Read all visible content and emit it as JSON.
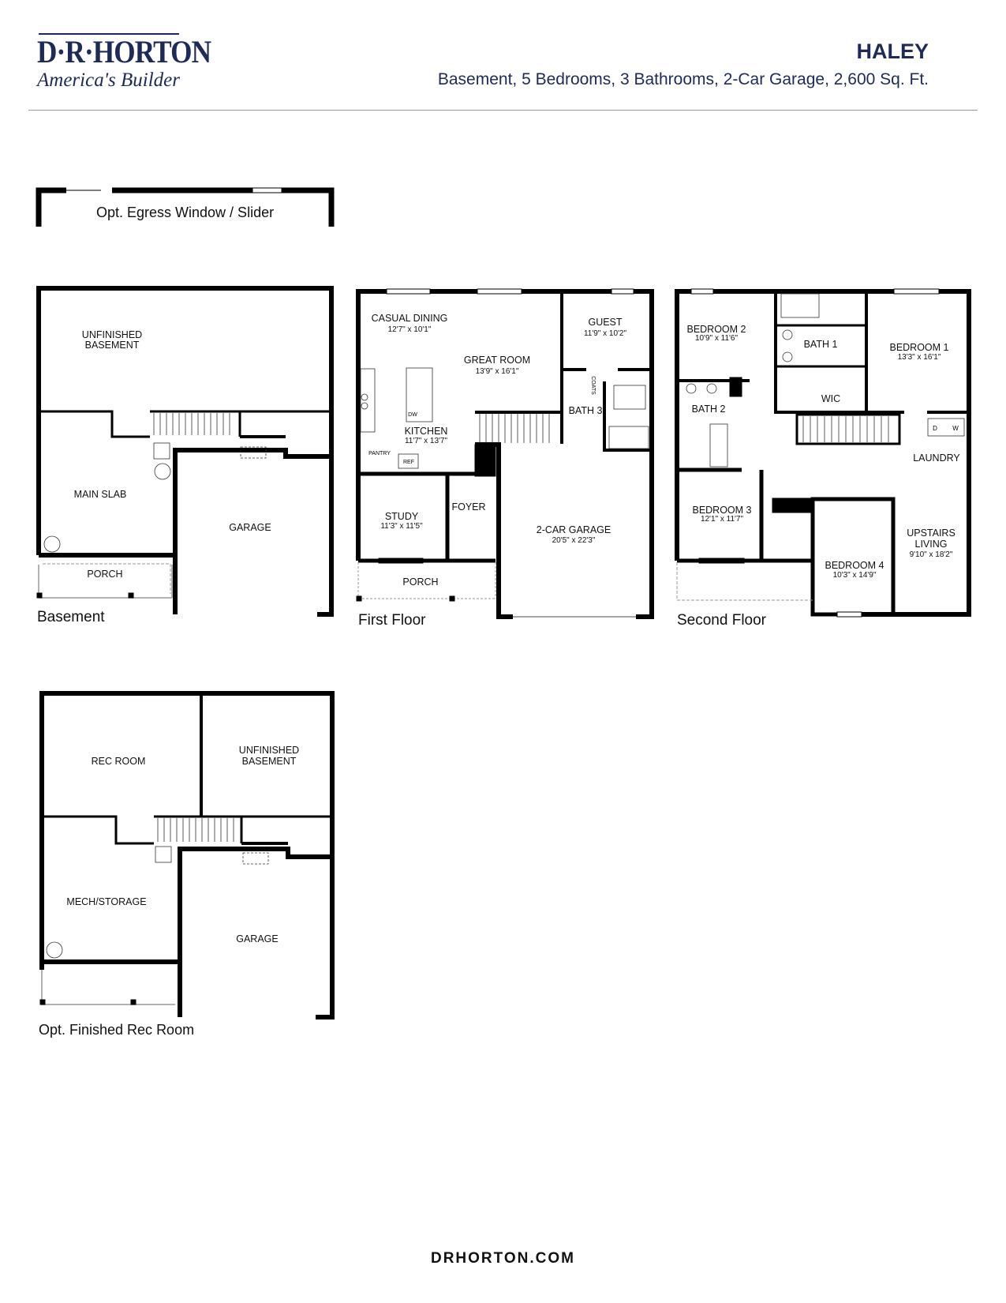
{
  "header": {
    "logo": {
      "brand": "D·R·HORTON",
      "tagline": "America's Builder",
      "brand_color": "#1e2a5a"
    },
    "plan_name": "HALEY",
    "plan_summary": "Basement, 5 Bedrooms, 3 Bathrooms, 2-Car Garage, 2,600 Sq. Ft."
  },
  "egress_option": {
    "label": "Opt. Egress Window / Slider"
  },
  "plans": {
    "basement": {
      "caption": "Basement",
      "rooms": [
        {
          "name": "UNFINISHED",
          "name2": "BASEMENT"
        },
        {
          "name": "MAIN SLAB"
        },
        {
          "name": "GARAGE"
        },
        {
          "name": "PORCH"
        }
      ]
    },
    "first_floor": {
      "caption": "First Floor",
      "rooms": [
        {
          "name": "CASUAL DINING",
          "dims": "12'7\" x 10'1\""
        },
        {
          "name": "GREAT ROOM",
          "dims": "13'9\" x 16'1\""
        },
        {
          "name": "GUEST",
          "dims": "11'9\" x 10'2\""
        },
        {
          "name": "KITCHEN",
          "dims": "11'7\" x 13'7\""
        },
        {
          "name": "BATH 3"
        },
        {
          "name": "STUDY",
          "dims": "11'3\" x 11'5\""
        },
        {
          "name": "FOYER"
        },
        {
          "name": "2-CAR GARAGE",
          "dims": "20'5\" x 22'3\""
        },
        {
          "name": "PORCH"
        },
        {
          "name": "PANTRY"
        },
        {
          "name": "REF"
        },
        {
          "name": "DW"
        },
        {
          "name": "COATS"
        }
      ]
    },
    "second_floor": {
      "caption": "Second Floor",
      "rooms": [
        {
          "name": "BEDROOM 2",
          "dims": "10'9\" x 11'6\""
        },
        {
          "name": "BATH 1"
        },
        {
          "name": "BEDROOM 1",
          "dims": "13'3\" x 16'1\""
        },
        {
          "name": "WIC"
        },
        {
          "name": "BATH 2"
        },
        {
          "name": "LAUNDRY"
        },
        {
          "name": "BEDROOM 3",
          "dims": "12'1\" x 11'7\""
        },
        {
          "name": "UPSTAIRS",
          "name2": "LIVING",
          "dims": "9'10\" x 18'2\""
        },
        {
          "name": "BEDROOM 4",
          "dims": "10'3\" x 14'9\""
        },
        {
          "name": "D"
        },
        {
          "name": "W"
        }
      ]
    },
    "opt_rec_room": {
      "caption": "Opt. Finished Rec Room",
      "rooms": [
        {
          "name": "REC ROOM"
        },
        {
          "name": "UNFINISHED",
          "name2": "BASEMENT"
        },
        {
          "name": "MECH/STORAGE"
        },
        {
          "name": "GARAGE"
        }
      ]
    }
  },
  "footer": {
    "url": "DRHORTON.COM"
  }
}
